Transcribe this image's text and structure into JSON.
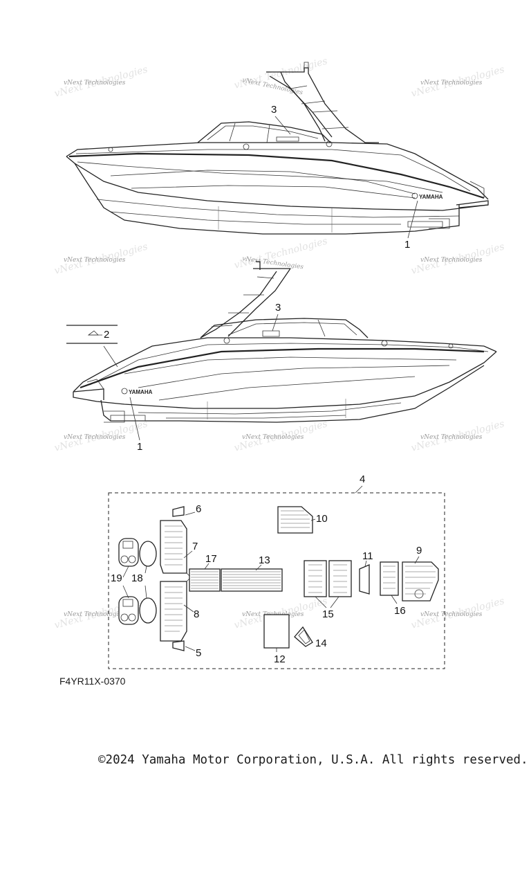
{
  "callouts": [
    "1",
    "2",
    "3",
    "4",
    "5",
    "6",
    "7",
    "8",
    "9",
    "10",
    "11",
    "12",
    "13",
    "14",
    "15",
    "16",
    "17",
    "18",
    "19"
  ],
  "watermark": "vNext Technologies",
  "brand_logo": "YAMAHA",
  "part_code": "F4YR11X-0370",
  "copyright": "©2024 Yamaha Motor Corporation, U.S.A. All rights reserved."
}
